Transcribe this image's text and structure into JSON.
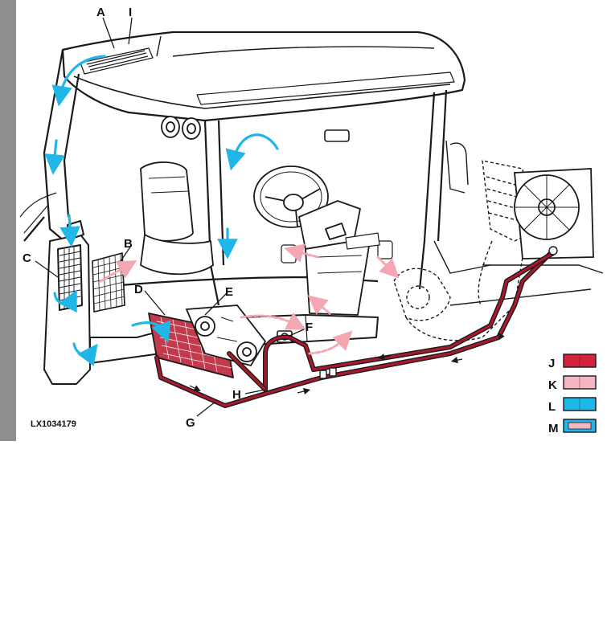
{
  "figure_id": "LX1034179",
  "callouts": [
    "A",
    "I",
    "B",
    "C",
    "D",
    "E",
    "F",
    "H",
    "G"
  ],
  "legend": [
    {
      "key": "J",
      "color": "#d2233b",
      "inner": null
    },
    {
      "key": "K",
      "color": "#f4b6c0",
      "inner": null
    },
    {
      "key": "L",
      "color": "#1fb6e8",
      "inner": null
    },
    {
      "key": "M",
      "color": "#1fb6e8",
      "inner": "#f4b6c0"
    }
  ],
  "colors": {
    "refrigerant_hot": "#a8192e",
    "warm_air": "#f2a7b3",
    "cool_air": "#1fb6e8",
    "line": "#1a1a1a",
    "side_bar": "#8e8e8e"
  }
}
